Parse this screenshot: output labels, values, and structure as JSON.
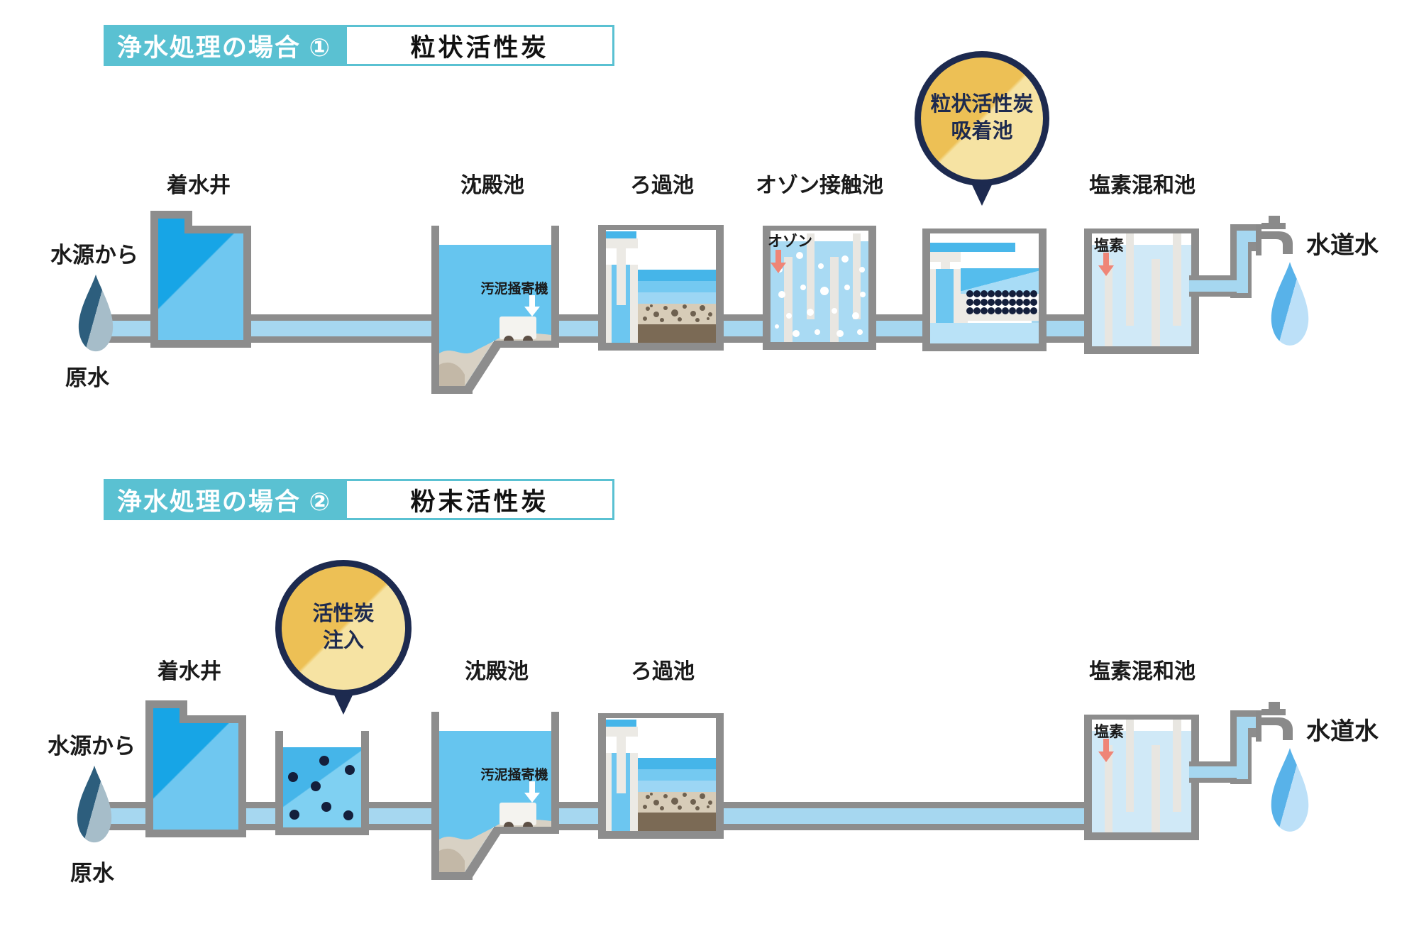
{
  "colors": {
    "teal": "#5ac1d2",
    "navy": "#1d2a4f",
    "gold_dark": "#edc055",
    "gold_light": "#f6e3a3",
    "wall_gray": "#8d8d8d",
    "pipe_blue": "#a6d7f0",
    "coral_arrow": "#ef8577"
  },
  "p1": {
    "header_title": "浄水処理の場合 ①",
    "header_method": "粒状活性炭",
    "callout_line1": "粒状活性炭",
    "callout_line2": "吸着池",
    "from_source": "水源から",
    "raw_water": "原水",
    "tank_receiving_well": "着水井",
    "tank_sedimentation": "沈殿池",
    "tank_filtration": "ろ過池",
    "tank_ozone": "オゾン接触池",
    "tank_chlorine": "塩素混和池",
    "scraper": "汚泥掻寄機",
    "ozone": "オゾン",
    "chlorine": "塩素",
    "tap_water": "水道水"
  },
  "p2": {
    "header_title": "浄水処理の場合 ②",
    "header_method": "粉末活性炭",
    "callout_line1": "活性炭",
    "callout_line2": "注入",
    "from_source": "水源から",
    "raw_water": "原水",
    "tank_receiving_well": "着水井",
    "tank_sedimentation": "沈殿池",
    "tank_filtration": "ろ過池",
    "tank_chlorine": "塩素混和池",
    "scraper": "汚泥掻寄機",
    "chlorine": "塩素",
    "tap_water": "水道水"
  }
}
